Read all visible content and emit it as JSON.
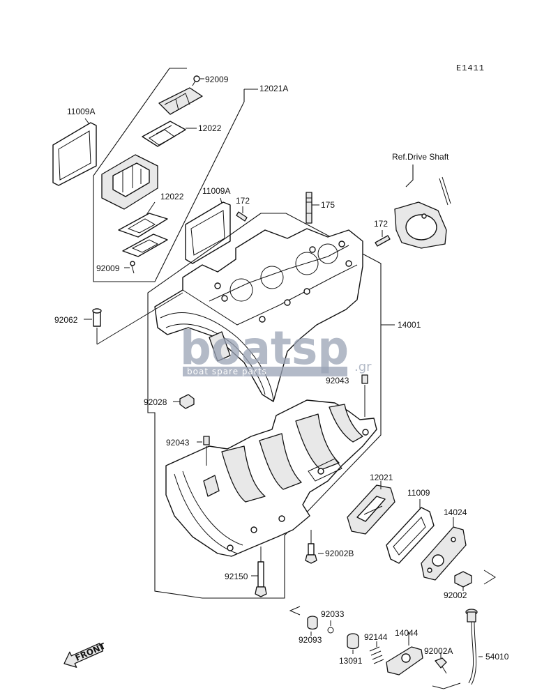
{
  "diagram_code": "E1411",
  "labels": {
    "p92009_top": "92009",
    "p12021A": "12021A",
    "p11009A_left": "11009A",
    "p12022_top": "12022",
    "p12022_mid": "12022",
    "p11009A_mid": "11009A",
    "p172_left": "172",
    "p175": "175",
    "p172_right": "172",
    "ref_drive_shaft": "Ref.Drive Shaft",
    "p92009_bottom": "92009",
    "p92062": "92062",
    "p14001": "14001",
    "p92043_right": "92043",
    "p92028": "92028",
    "p92043_left": "92043",
    "p12021": "12021",
    "p11009": "11009",
    "p14024": "14024",
    "p92002B": "92002B",
    "p92150": "92150",
    "p92002": "92002",
    "p92033": "92033",
    "p92093": "92093",
    "p92144": "92144",
    "p14044": "14044",
    "p92002A": "92002A",
    "p13091": "13091",
    "p54010": "54010"
  },
  "front_arrow": {
    "label": "FRONT"
  },
  "watermark": {
    "brand": "boatsp",
    "suffix": ".gr",
    "tagline": "boat spare parts"
  }
}
